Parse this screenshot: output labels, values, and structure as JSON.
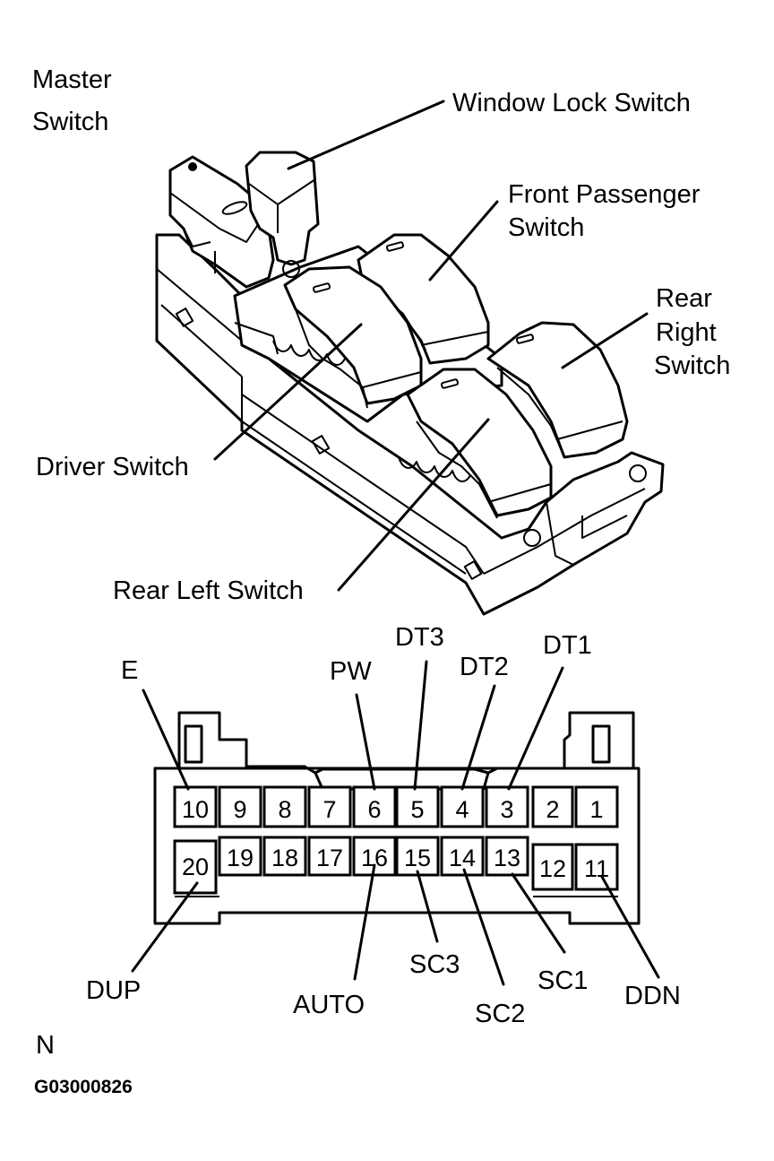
{
  "switch_labels": {
    "master_line1": "Master",
    "master_line2": "Switch",
    "window_lock": "Window Lock Switch",
    "front_passenger_line1": "Front Passenger",
    "front_passenger_line2": "Switch",
    "rear_right_line1": "Rear",
    "rear_right_line2": "Right",
    "rear_right_line3": "Switch",
    "driver": "Driver Switch",
    "rear_left": "Rear Left Switch"
  },
  "terminal_labels": {
    "top": [
      "E",
      "PW",
      "DT3",
      "DT2",
      "DT1"
    ],
    "bottom": [
      "DUP",
      "AUTO",
      "SC3",
      "SC2",
      "SC1",
      "DDN"
    ]
  },
  "connector": {
    "top_row": [
      "10",
      "9",
      "8",
      "7",
      "6",
      "5",
      "4",
      "3",
      "2",
      "1"
    ],
    "bottom_row": [
      "20",
      "19",
      "18",
      "17",
      "16",
      "15",
      "14",
      "13",
      "12",
      "11"
    ]
  },
  "footer": {
    "view_mark": "N",
    "figure_code": "G03000826"
  }
}
